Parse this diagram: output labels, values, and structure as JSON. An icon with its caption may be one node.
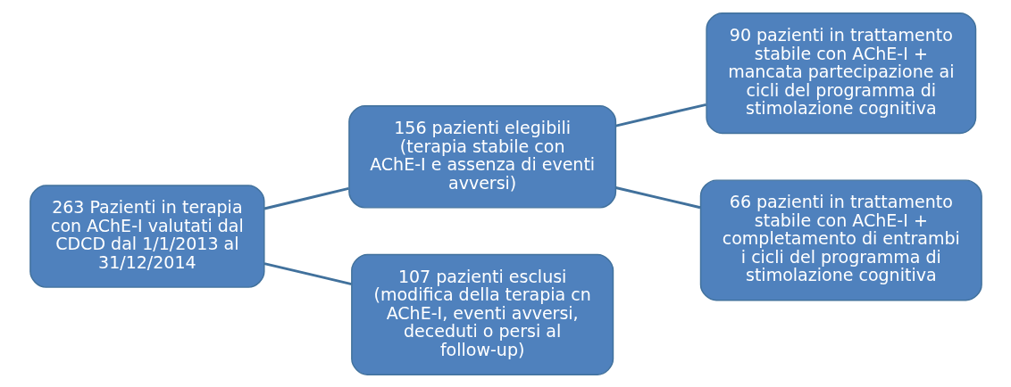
{
  "diagram": {
    "nodes": [
      {
        "text": [
          "263 Pazienti in terapia con AChE-I valutati dal CDCD dal 1/1/2013 al 31/12/2014"
        ]
      },
      {
        "text": [
          "156 pazienti elegibili (terapia stabile con AChE-I e assenza di eventi avversi)"
        ]
      },
      {
        "text": [
          "107 pazienti esclusi (modifica della terapia cn AChE-I, eventi avversi, deceduti o persi al follow-up)"
        ]
      },
      {
        "text": [
          "90 pazienti in trattamento stabile con AChE-I + mancata partecipazione ai cicli del programma di stimolazione cognitiva"
        ]
      },
      {
        "text": [
          "66 pazienti in trattamento stabile con AChE-I + completamento di entrambi i cicli del programma di stimolazione cognitiva"
        ]
      }
    ],
    "edges": [
      {
        "from": 0,
        "to": 1,
        "arrow": "none"
      },
      {
        "from": 0,
        "to": 2,
        "arrow": "none"
      },
      {
        "from": 1,
        "to": 3,
        "arrow": "none"
      },
      {
        "from": 1,
        "to": 4,
        "arrow": "none"
      }
    ]
  }
}
